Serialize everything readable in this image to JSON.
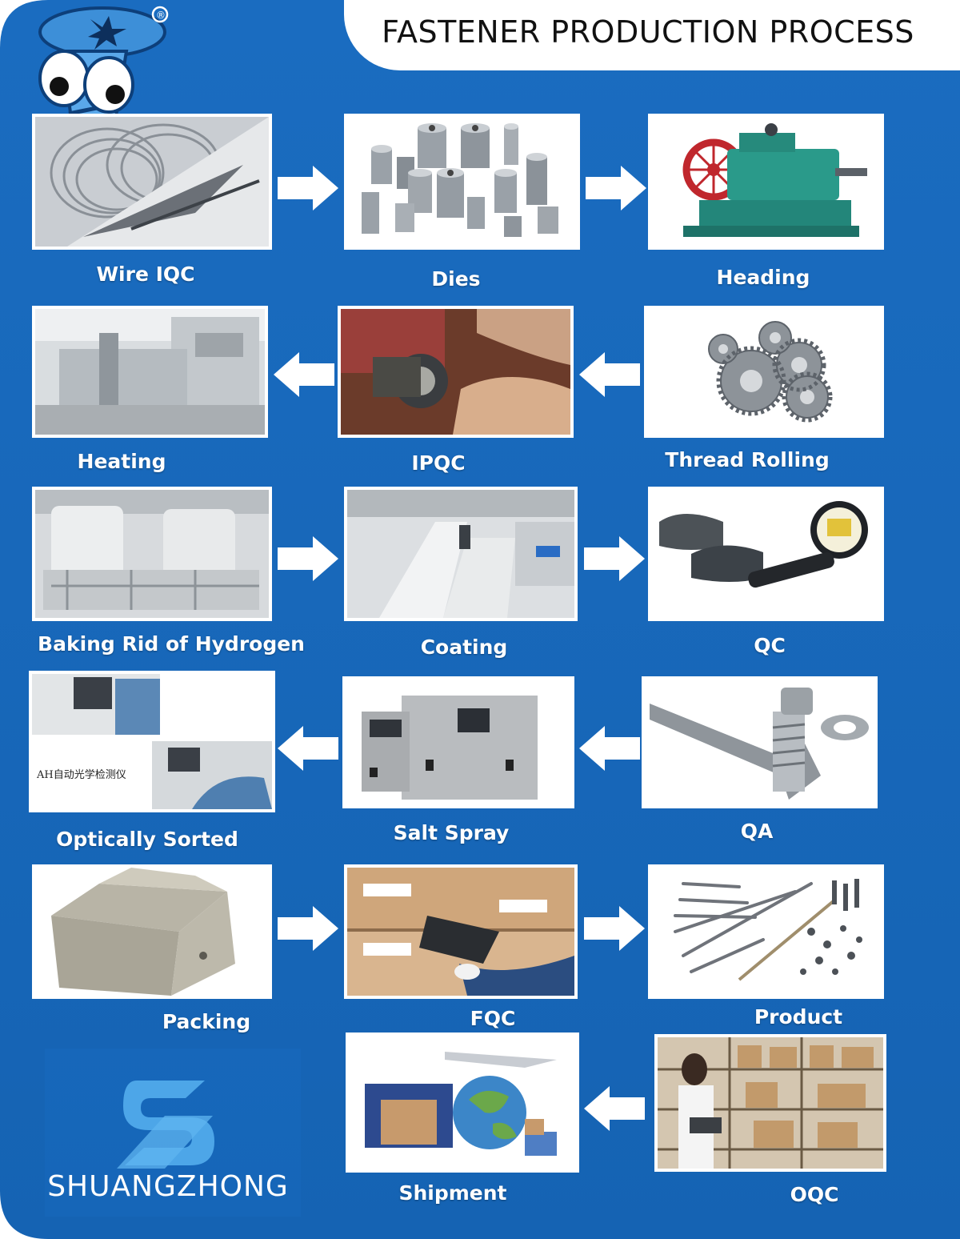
{
  "title": "FASTENER PRODUCTION PROCESS",
  "brand": {
    "name": "SHUANGZHONG",
    "registered_mark": "®",
    "logo_color": "#4da6e8"
  },
  "colors": {
    "background": "#1565b8",
    "background_dark": "#0e4f96",
    "arrow": "#ffffff",
    "label": "#ffffff"
  },
  "steps": [
    {
      "label": "Wire IQC",
      "icon": "wire-coil-photo"
    },
    {
      "label": "Dies",
      "icon": "dies-photo"
    },
    {
      "label": "Heading",
      "icon": "heading-machine-photo"
    },
    {
      "label": "Thread Rolling",
      "icon": "gears-photo"
    },
    {
      "label": "IPQC",
      "icon": "inspection-photo"
    },
    {
      "label": "Heating",
      "icon": "furnace-photo"
    },
    {
      "label": "Baking Rid of Hydrogen",
      "icon": "baking-tanks-photo"
    },
    {
      "label": "Coating",
      "icon": "coating-line-photo"
    },
    {
      "label": "QC",
      "icon": "gauges-photo"
    },
    {
      "label": "QA",
      "icon": "wrench-bolt-photo"
    },
    {
      "label": "Salt Spray",
      "icon": "salt-spray-chamber-photo"
    },
    {
      "label": "Optically Sorted",
      "icon": "optical-sorter-photo",
      "photo_caption": "AH自动光学检测仪"
    },
    {
      "label": "Packing",
      "icon": "carton-box-photo"
    },
    {
      "label": "FQC",
      "icon": "barcode-scan-photo"
    },
    {
      "label": "Product",
      "icon": "screws-assortment-photo"
    },
    {
      "label": "OQC",
      "icon": "warehouse-photo"
    },
    {
      "label": "Shipment",
      "icon": "globe-logistics-photo"
    }
  ],
  "arrows": [
    "right",
    "right",
    "left",
    "left",
    "right",
    "right",
    "left",
    "left",
    "right",
    "right",
    "left"
  ]
}
